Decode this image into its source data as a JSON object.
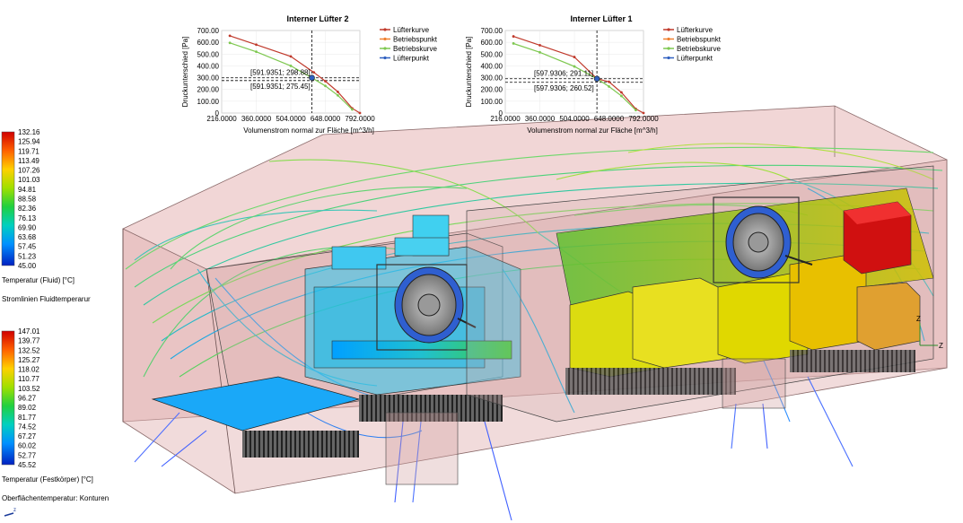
{
  "colorbar_fluid": {
    "ticks": [
      "132.16",
      "125.94",
      "119.71",
      "113.49",
      "107.26",
      "101.03",
      "94.81",
      "88.58",
      "82.36",
      "76.13",
      "69.90",
      "63.68",
      "57.45",
      "51.23",
      "45.00"
    ],
    "label": "Temperatur (Fluid) [°C]",
    "caption": "Stromlinien Fluidtemperarur"
  },
  "colorbar_solid": {
    "ticks": [
      "147.01",
      "139.77",
      "132.52",
      "125.27",
      "118.02",
      "110.77",
      "103.52",
      "96.27",
      "89.02",
      "81.77",
      "74.52",
      "67.27",
      "60.02",
      "52.77",
      "45.52"
    ],
    "label": "Temperatur (Festkörper) [°C]",
    "caption": "Oberflächentemperatur: Konturen"
  },
  "colors": {
    "background": "#ffffff",
    "housing": "#e4b4b4",
    "fan_ring": "#2f5fd0",
    "heatsink": "#444444",
    "component_yellow": "#e8e800",
    "component_red": "#d01010"
  },
  "icons": [
    "triad-axes-icon"
  ],
  "chart_data": [
    {
      "type": "line",
      "title": "Interner Lüfter 2",
      "xlabel": "Volumenstrom normal zur Fläche [m^3/h]",
      "ylabel": "Druckunterschied [Pa]",
      "xlim": [
        216,
        792
      ],
      "ylim": [
        0,
        700
      ],
      "x_ticks": [
        "216.0000",
        "360.0000",
        "504.0000",
        "648.0000",
        "792.0000"
      ],
      "y_ticks": [
        "0",
        "100.00",
        "200.00",
        "300.00",
        "400.00",
        "500.00",
        "600.00",
        "700.00"
      ],
      "legend": [
        "Lüfterkurve",
        "Betriebspunkt",
        "Betriebskurve",
        "Lüfterpunkt"
      ],
      "series": [
        {
          "name": "Lüfterkurve",
          "color": "#c0392b",
          "points": [
            [
              250,
              655
            ],
            [
              360,
              580
            ],
            [
              504,
              480
            ],
            [
              600,
              345
            ],
            [
              648,
              270
            ],
            [
              700,
              180
            ],
            [
              760,
              40
            ],
            [
              792,
              0
            ]
          ]
        },
        {
          "name": "Betriebskurve",
          "color": "#7ec850",
          "points": [
            [
              250,
              595
            ],
            [
              360,
              520
            ],
            [
              504,
              400
            ],
            [
              591.9351,
              298.88
            ],
            [
              648,
              230
            ],
            [
              700,
              150
            ],
            [
              760,
              30
            ]
          ]
        }
      ],
      "operating_point": {
        "x": 591.9351,
        "y": 298.88
      },
      "annotations": [
        "[591.9351; 298.88]",
        "[591.9351; 275.45]"
      ],
      "h_lines": [
        298.88,
        275.45
      ]
    },
    {
      "type": "line",
      "title": "Interner Lüfter 1",
      "xlabel": "Volumenstrom normal zur Fläche [m^3/h]",
      "ylabel": "Druckunterschied [Pa]",
      "xlim": [
        216,
        792
      ],
      "ylim": [
        0,
        700
      ],
      "x_ticks": [
        "216.0000",
        "360.0000",
        "504.0000",
        "648.0000",
        "792.0000"
      ],
      "y_ticks": [
        "0",
        "100.00",
        "200.00",
        "300.00",
        "400.00",
        "500.00",
        "600.00",
        "700.00"
      ],
      "legend": [
        "Lüfterkurve",
        "Betriebspunkt",
        "Betriebskurve",
        "Lüfterpunkt"
      ],
      "series": [
        {
          "name": "Lüfterkurve",
          "color": "#c0392b",
          "points": [
            [
              250,
              650
            ],
            [
              360,
              575
            ],
            [
              504,
              475
            ],
            [
              597.9306,
              291.11
            ],
            [
              648,
              265
            ],
            [
              700,
              175
            ],
            [
              760,
              35
            ],
            [
              792,
              0
            ]
          ]
        },
        {
          "name": "Betriebskurve",
          "color": "#7ec850",
          "points": [
            [
              250,
              590
            ],
            [
              360,
              515
            ],
            [
              504,
              395
            ],
            [
              597.9306,
              291.11
            ],
            [
              648,
              225
            ],
            [
              700,
              145
            ],
            [
              760,
              25
            ]
          ]
        }
      ],
      "operating_point": {
        "x": 597.9306,
        "y": 291.11
      },
      "annotations": [
        "[597.9306; 291.11]",
        "[597.9306; 260.52]"
      ],
      "h_lines": [
        291.11,
        260.52
      ]
    }
  ]
}
